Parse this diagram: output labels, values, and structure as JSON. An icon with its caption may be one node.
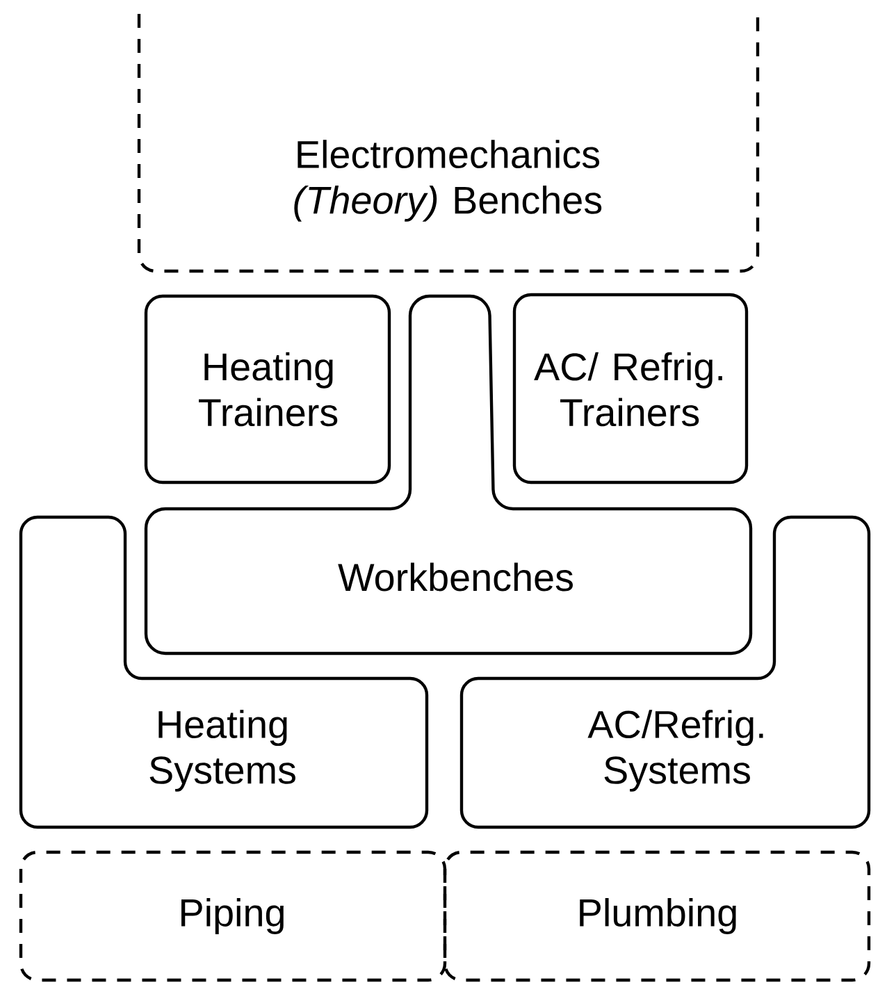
{
  "diagram": {
    "nodes": [
      {
        "text": [
          "Electromechanics *(Theory)* Benches"
        ]
      },
      {
        "text": [
          "Heating Trainers"
        ]
      },
      {
        "text": [
          "AC/ Refrig. Trainers"
        ]
      },
      {
        "text": [
          "Workbenches"
        ]
      },
      {
        "text": [
          "Heating Systems"
        ]
      },
      {
        "text": [
          "AC/Refrig. Systems"
        ]
      },
      {
        "text": [
          "Piping"
        ]
      },
      {
        "text": [
          "Plumbing"
        ]
      }
    ]
  }
}
